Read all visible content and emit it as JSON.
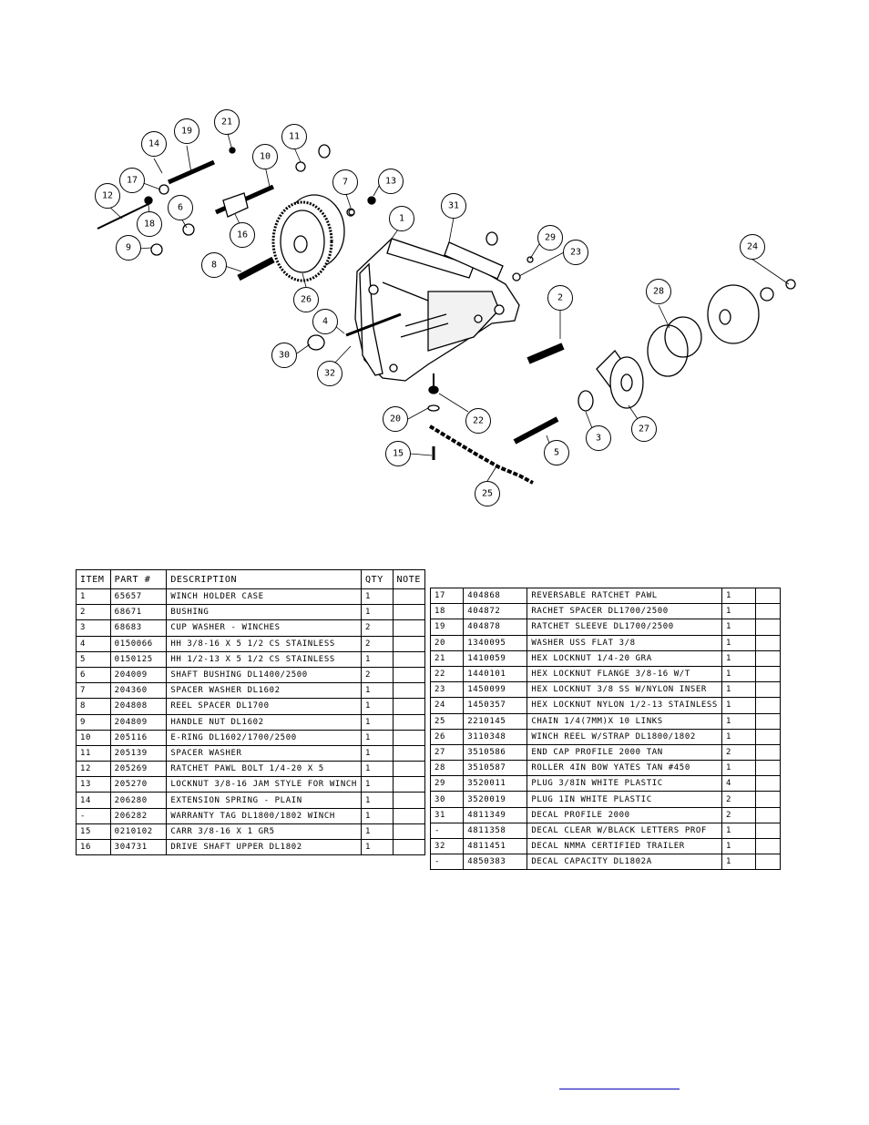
{
  "diagram": {
    "callouts": [
      "1",
      "2",
      "3",
      "4",
      "5",
      "6",
      "7",
      "8",
      "9",
      "10",
      "11",
      "12",
      "13",
      "14",
      "15",
      "16",
      "17",
      "18",
      "19",
      "20",
      "21",
      "22",
      "23",
      "24",
      "25",
      "26",
      "27",
      "28",
      "29",
      "30",
      "31",
      "32"
    ]
  },
  "table_a": {
    "headers": [
      "ITEM",
      "PART #",
      "DESCRIPTION",
      "QTY",
      "NOTE"
    ],
    "rows": [
      [
        "1",
        "65657",
        "WINCH HOLDER CASE",
        "1",
        ""
      ],
      [
        "2",
        "68671",
        "BUSHING",
        "1",
        ""
      ],
      [
        "3",
        "68683",
        "CUP WASHER - WINCHES",
        "2",
        ""
      ],
      [
        "4",
        "0150066",
        "HH 3/8-16 X 5 1/2 CS STAINLESS",
        "2",
        ""
      ],
      [
        "5",
        "0150125",
        "HH 1/2-13 X 5 1/2 CS STAINLESS",
        "1",
        ""
      ],
      [
        "6",
        "204009",
        "SHAFT BUSHING  DL1400/2500",
        "2",
        ""
      ],
      [
        "7",
        "204360",
        "SPACER WASHER  DL1602",
        "1",
        ""
      ],
      [
        "8",
        "204808",
        "REEL SPACER  DL1700",
        "1",
        ""
      ],
      [
        "9",
        "204809",
        "HANDLE NUT  DL1602",
        "1",
        ""
      ],
      [
        "10",
        "205116",
        "E-RING DL1602/1700/2500",
        "1",
        ""
      ],
      [
        "11",
        "205139",
        "SPACER WASHER",
        "1",
        ""
      ],
      [
        "12",
        "205269",
        "RATCHET PAWL BOLT 1/4-20 X 5",
        "1",
        ""
      ],
      [
        "13",
        "205270",
        "LOCKNUT 3/8-16 JAM STYLE FOR WINCH",
        "1",
        ""
      ],
      [
        "14",
        "206280",
        "EXTENSION SPRING - PLAIN",
        "1",
        ""
      ],
      [
        "-",
        "206282",
        "WARRANTY TAG DL1800/1802 WINCH",
        "1",
        ""
      ],
      [
        "15",
        "0210102",
        "CARR 3/8-16 X 1 GR5",
        "1",
        ""
      ],
      [
        "16",
        "304731",
        "DRIVE SHAFT UPPER  DL1802",
        "1",
        ""
      ]
    ]
  },
  "table_b": {
    "rows": [
      [
        "17",
        "404868",
        "REVERSABLE RATCHET PAWL",
        "1",
        ""
      ],
      [
        "18",
        "404872",
        "RACHET SPACER  DL1700/2500",
        "1",
        ""
      ],
      [
        "19",
        "404878",
        "RATCHET SLEEVE  DL1700/2500",
        "1",
        ""
      ],
      [
        "20",
        "1340095",
        "WASHER USS FLAT 3/8",
        "1",
        ""
      ],
      [
        "21",
        "1410059",
        "HEX LOCKNUT 1/4-20 GRA",
        "1",
        ""
      ],
      [
        "22",
        "1440101",
        "HEX LOCKNUT FLANGE 3/8-16 W/T",
        "1",
        ""
      ],
      [
        "23",
        "1450099",
        "HEX LOCKNUT 3/8 SS W/NYLON INSER",
        "1",
        ""
      ],
      [
        "24",
        "1450357",
        "HEX LOCKNUT NYLON 1/2-13 STAINLESS",
        "1",
        ""
      ],
      [
        "25",
        "2210145",
        "CHAIN 1/4(7MM)X 10 LINKS",
        "1",
        ""
      ],
      [
        "26",
        "3110348",
        "WINCH REEL W/STRAP  DL1800/1802",
        "1",
        ""
      ],
      [
        "27",
        "3510586",
        "END CAP PROFILE 2000 TAN",
        "2",
        ""
      ],
      [
        "28",
        "3510587",
        "ROLLER 4IN BOW YATES TAN #450",
        "1",
        ""
      ],
      [
        "29",
        "3520011",
        "PLUG  3/8IN WHITE PLASTIC",
        "4",
        ""
      ],
      [
        "30",
        "3520019",
        "PLUG  1IN WHITE PLASTIC",
        "2",
        ""
      ],
      [
        "31",
        "4811349",
        "DECAL PROFILE 2000",
        "2",
        ""
      ],
      [
        "-",
        "4811358",
        "DECAL CLEAR W/BLACK LETTERS PROF",
        "1",
        ""
      ],
      [
        "32",
        "4811451",
        "DECAL NMMA CERTIFIED TRAILER",
        "1",
        ""
      ],
      [
        "-",
        "4850383",
        "DECAL CAPACITY DL1802A",
        "1",
        ""
      ]
    ]
  }
}
